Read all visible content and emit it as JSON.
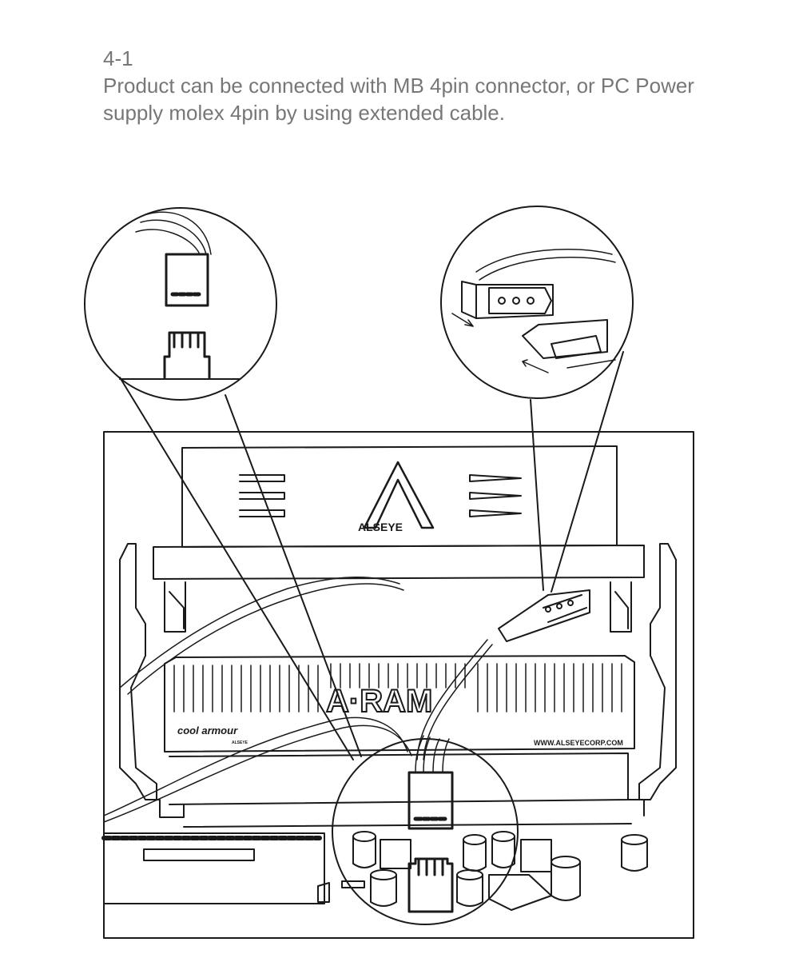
{
  "step": {
    "number": "4-1"
  },
  "instructions": {
    "line1": "Product can be connected with MB 4pin connector, or PC Power",
    "line2": "supply molex 4pin by using extended cable."
  },
  "illustration": {
    "fan_logo": "ALSEYE",
    "ram_logo": "A·RAM",
    "ram_url": "WWW.ALSEYECORP.COM",
    "ram_brand": "cool armour",
    "ram_brand_small": "ALSEYE"
  },
  "colors": {
    "text": "#777777",
    "line": "#1a1a1a"
  }
}
